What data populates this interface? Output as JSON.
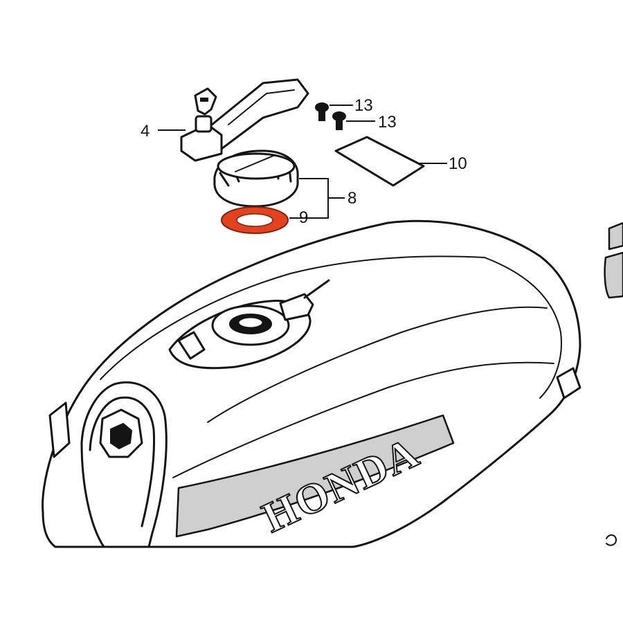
{
  "diagram": {
    "brand_text": "HONDA",
    "highlight_color": "#e0431e",
    "callouts": [
      {
        "id": "4",
        "label": "4",
        "part": "fuel-cap-lock-icon"
      },
      {
        "id": "13a",
        "label": "13",
        "part": "screw-icon"
      },
      {
        "id": "13b",
        "label": "13",
        "part": "screw-icon"
      },
      {
        "id": "10",
        "label": "10",
        "part": "label-plate-icon"
      },
      {
        "id": "8",
        "label": "8",
        "part": "fuel-cap-icon"
      },
      {
        "id": "9",
        "label": "9",
        "part": "gasket-ring-icon"
      }
    ]
  }
}
